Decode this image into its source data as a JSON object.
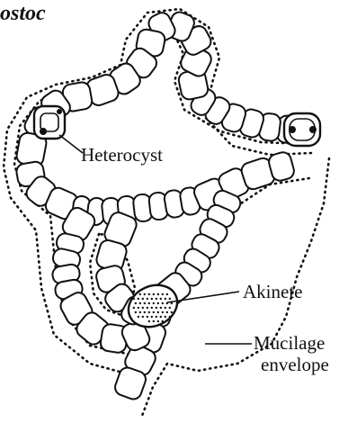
{
  "title": "ostoc",
  "labels": {
    "heterocyst": "Heterocyst",
    "akinete": "Akinete",
    "mucilage": "Mucilage",
    "envelope": "envelope"
  }
}
